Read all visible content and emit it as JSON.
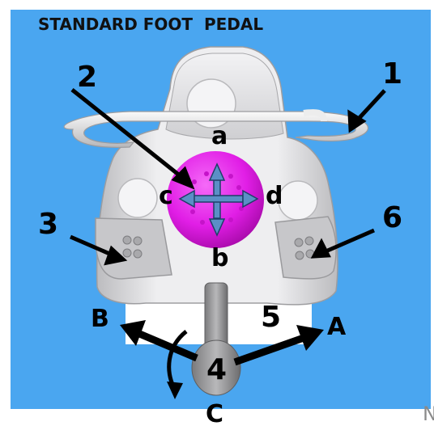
{
  "title": "STANDARD FOOT  PEDAL",
  "callouts": {
    "n1": "1",
    "n2": "2",
    "n3": "3",
    "n4": "4",
    "n5": "5",
    "n6": "6",
    "A": "A",
    "B": "B",
    "C": "C",
    "a": "a",
    "b": "b",
    "c": "c",
    "d": "d"
  },
  "corner_text": "N",
  "colors": {
    "background": "#4aa6f0",
    "pedal_body": "#e6e6e8",
    "joystick": "#e11ee6",
    "cross_arrow": "#5b8fc6",
    "callout_arrow": "#000000"
  }
}
